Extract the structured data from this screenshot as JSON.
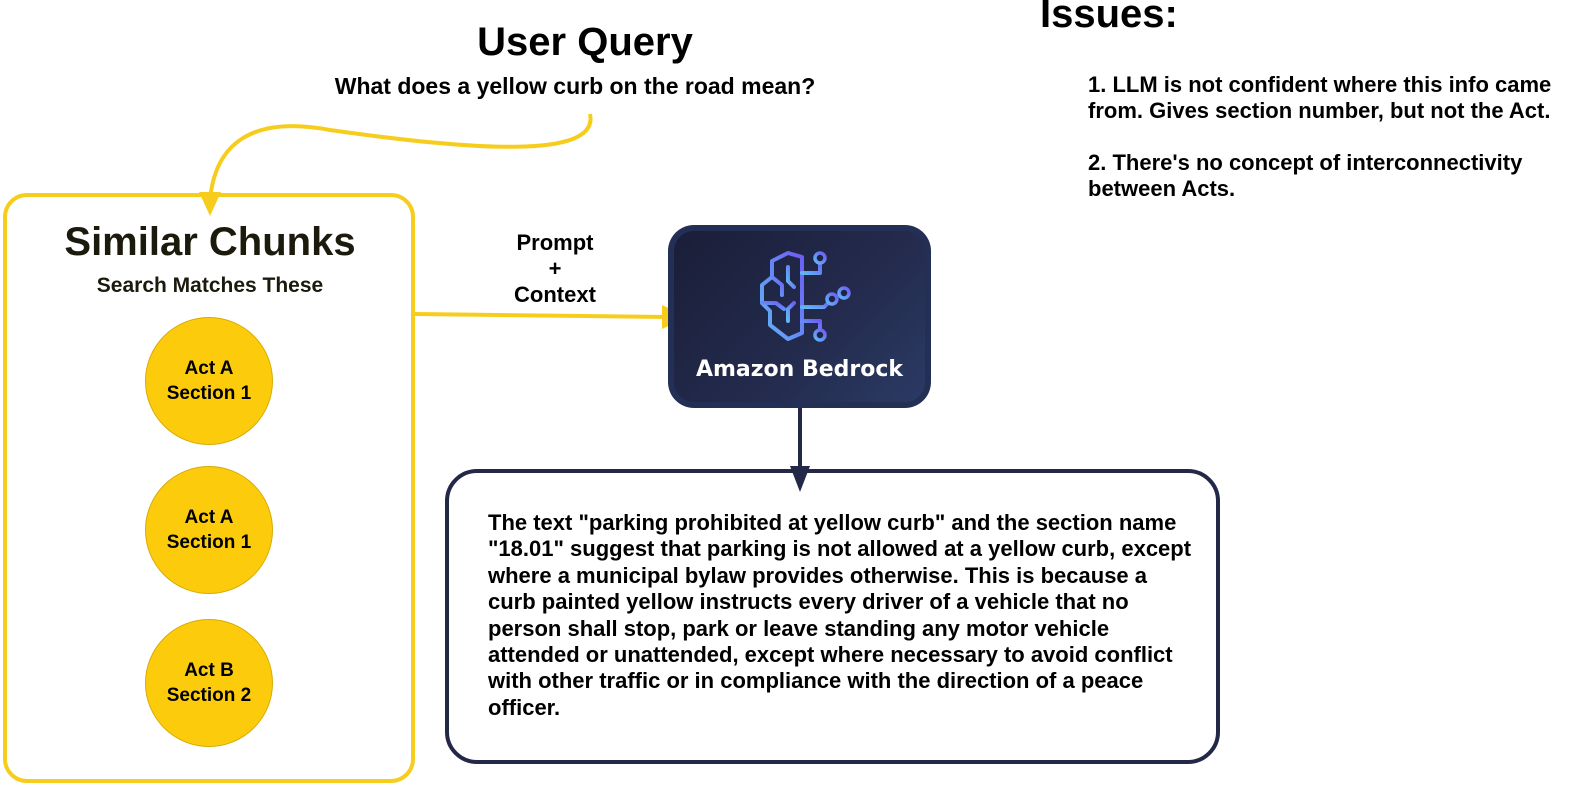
{
  "query": {
    "title": "User Query",
    "text": "What does a yellow curb on the road mean?"
  },
  "issues": {
    "title": "Issues:",
    "items": [
      "1. LLM is not confident where this info came from. Gives section number, but not the Act.",
      "2. There's no concept of interconnectivity between Acts."
    ]
  },
  "chunks": {
    "title": "Similar Chunks",
    "subtitle": "Search Matches These",
    "items": [
      {
        "act": "Act A",
        "section": "Section 1"
      },
      {
        "act": "Act A",
        "section": "Section 1"
      },
      {
        "act": "Act B",
        "section": "Section 2"
      }
    ]
  },
  "arrow_label": {
    "line1": "Prompt",
    "line2": "+",
    "line3": "Context"
  },
  "bedrock": {
    "label": "Amazon Bedrock",
    "icon": "brain-circuit-icon"
  },
  "answer": {
    "text": "The text \"parking prohibited at yellow curb\" and the section name \"18.01\" suggest that parking is not allowed at a yellow curb, except where a municipal bylaw provides otherwise. This is because a curb painted yellow instructs every driver of a vehicle that no person shall stop, park or leave standing any motor vehicle attended or unattended, except where necessary to avoid conflict with other traffic or in compliance with the direction of a peace officer."
  },
  "colors": {
    "accent_yellow": "#f7cd1d",
    "chunk_fill": "#fccc0c",
    "navy": "#232f54",
    "answer_border": "#242848"
  }
}
